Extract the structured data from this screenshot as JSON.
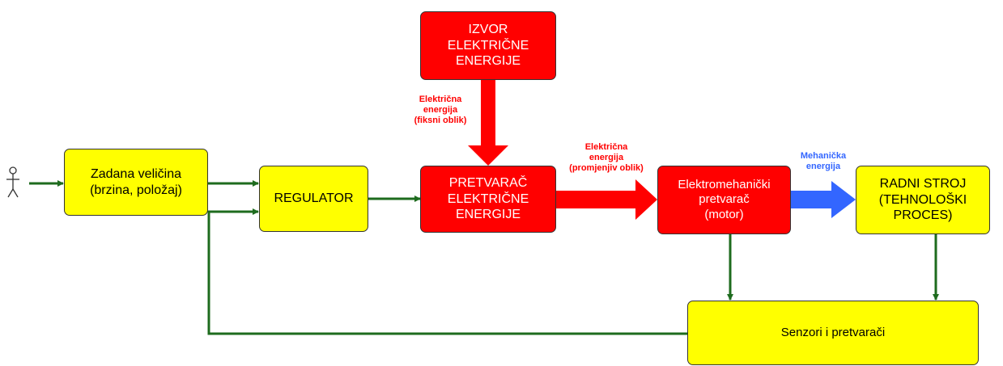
{
  "colors": {
    "block_yellow": "#ffff00",
    "block_red": "#ff0000",
    "signal_green": "#1e6b1e",
    "energy_red": "#ff0000",
    "energy_blue": "#3366ff",
    "text_red": "#ff0000",
    "text_blue": "#3366ff"
  },
  "blocks": {
    "setpoint": "Zadana veličina\n(brzina, položaj)",
    "regulator": "REGULATOR",
    "source": "IZVOR\nELEKTRIČNE\nENERGIJE",
    "converter": "PRETVARAČ\nELEKTRIČNE\nENERGIJE",
    "motor": "Elektromehanički\npretvarač\n(motor)",
    "machine": "RADNI STROJ\n(TEHNOLOŠKI\nPROCES)",
    "sensors": "Senzori i pretvarači"
  },
  "labels": {
    "fixed_energy": "Električna\nenergija\n(fiksni oblik)",
    "variable_energy": "Električna\nenergija\n(promjenjiv oblik)",
    "mech_energy": "Mehanička\nenergija"
  },
  "icons": {
    "operator": "person-icon"
  }
}
